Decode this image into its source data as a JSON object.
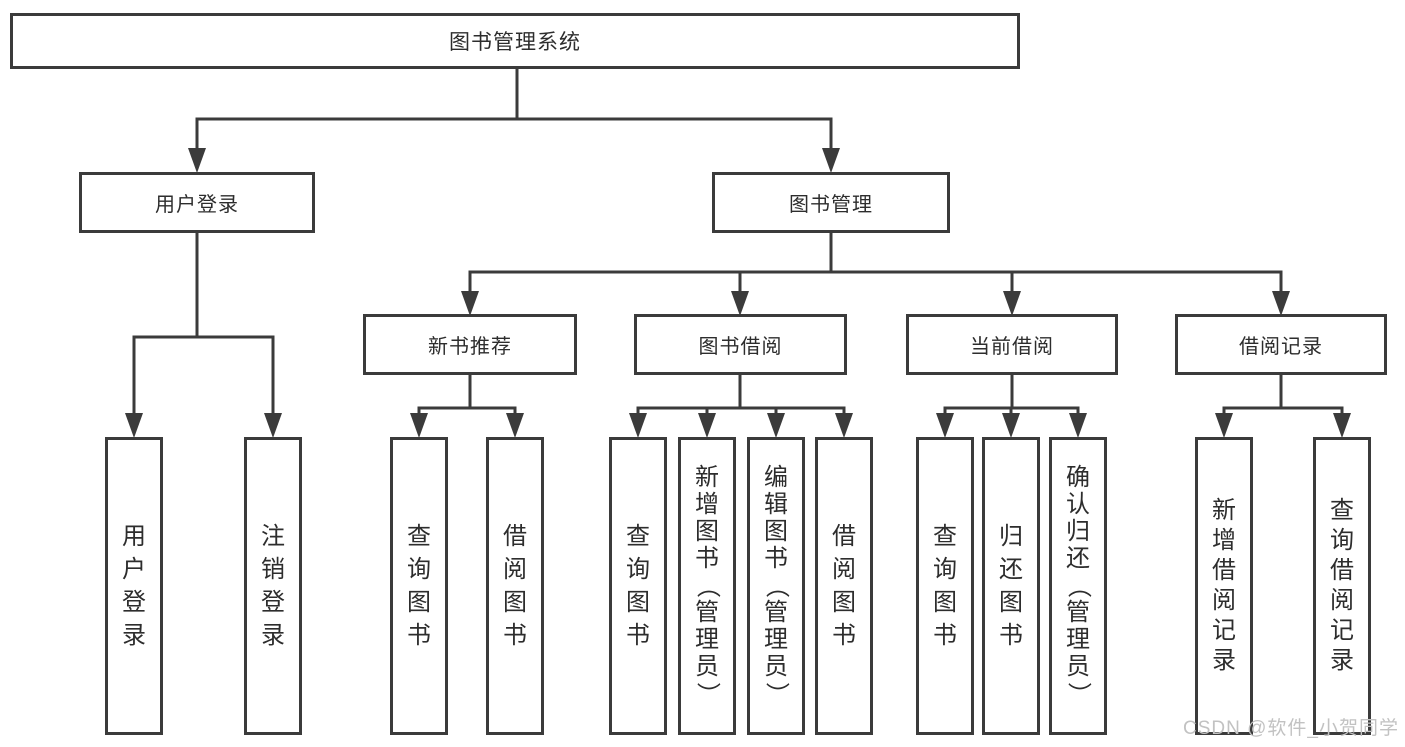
{
  "tree": {
    "root": {
      "label": "图书管理系统"
    },
    "branches": [
      {
        "label": "用户登录",
        "children": [
          {
            "label": "用户登录"
          },
          {
            "label": "注销登录"
          }
        ]
      },
      {
        "label": "图书管理",
        "sections": [
          {
            "label": "新书推荐",
            "children": [
              {
                "label": "查询图书"
              },
              {
                "label": "借阅图书"
              }
            ]
          },
          {
            "label": "图书借阅",
            "children": [
              {
                "label": "查询图书"
              },
              {
                "label": "新增图书（管理员）"
              },
              {
                "label": "编辑图书（管理员）"
              },
              {
                "label": "借阅图书"
              }
            ]
          },
          {
            "label": "当前借阅",
            "children": [
              {
                "label": "查询图书"
              },
              {
                "label": "归还图书"
              },
              {
                "label": "确认归还（管理员）"
              }
            ]
          },
          {
            "label": "借阅记录",
            "children": [
              {
                "label": "新增借阅记录"
              },
              {
                "label": "查询借阅记录"
              }
            ]
          }
        ]
      }
    ]
  },
  "watermark": {
    "text": "CSDN @软件_小贺同学"
  },
  "colors": {
    "line": "#3b3b3b",
    "border": "#3b3b3b",
    "text": "#2d2d2d",
    "watermark": "#c2c2c2",
    "background": "#ffffff"
  }
}
